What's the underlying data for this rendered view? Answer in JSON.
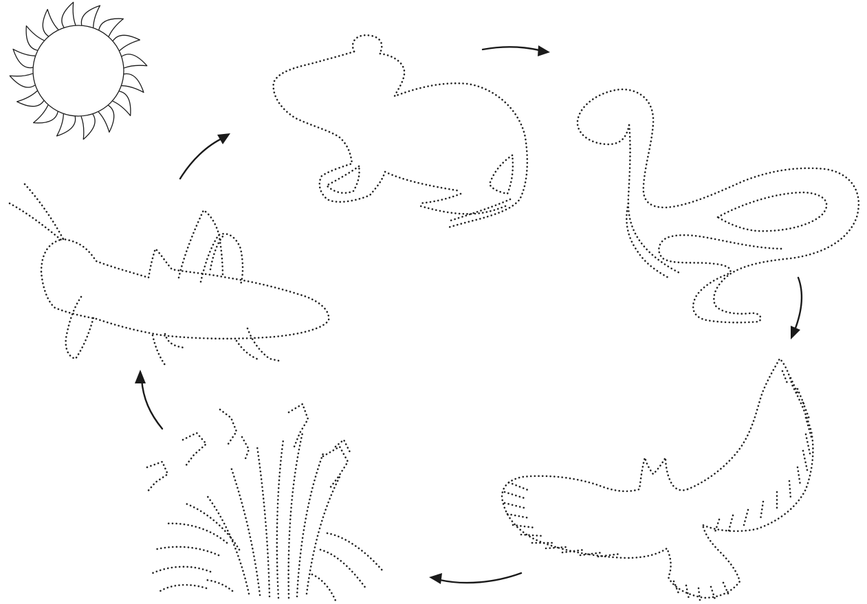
{
  "colors": {
    "background": "#ffffff",
    "ink": "#1a1a1a",
    "dots": "#222222"
  },
  "nodes": [
    {
      "id": "sun",
      "icon": "sun-icon",
      "style": "solid outline"
    },
    {
      "id": "mouse",
      "icon": "mouse-icon",
      "style": "dotted tracing outline"
    },
    {
      "id": "snake",
      "icon": "snake-icon",
      "style": "dotted tracing outline"
    },
    {
      "id": "eagle",
      "icon": "eagle-icon",
      "style": "dotted tracing outline"
    },
    {
      "id": "grass",
      "icon": "grass-icon",
      "style": "dotted tracing outline"
    },
    {
      "id": "grasshopper",
      "icon": "grasshopper-icon",
      "style": "dotted tracing outline"
    }
  ],
  "edges": [
    {
      "from": "grasshopper",
      "to": "mouse"
    },
    {
      "from": "mouse",
      "to": "snake"
    },
    {
      "from": "snake",
      "to": "eagle"
    },
    {
      "from": "eagle",
      "to": "grass"
    },
    {
      "from": "grass",
      "to": "grasshopper"
    }
  ]
}
